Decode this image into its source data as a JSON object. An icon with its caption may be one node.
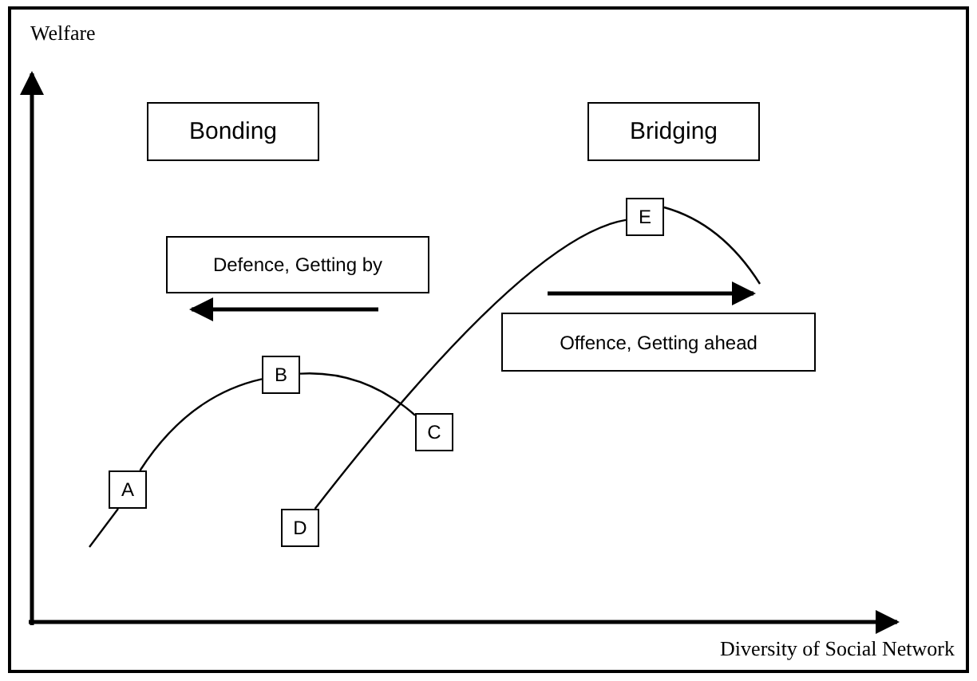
{
  "diagram": {
    "nodes": [
      {
        "text": [
          "Bonding"
        ]
      },
      {
        "text": [
          "Bridging"
        ]
      },
      {
        "text": [
          "Defence, Getting by"
        ]
      },
      {
        "text": [
          "E"
        ]
      },
      {
        "text": [
          "Offence, Getting ahead"
        ]
      },
      {
        "text": [
          "B"
        ]
      },
      {
        "text": [
          "C"
        ]
      },
      {
        "text": [
          "A"
        ]
      },
      {
        "text": [
          "D"
        ]
      }
    ],
    "edges": [
      {
        "from": 7,
        "to": 5,
        "arrow": "none"
      },
      {
        "from": 5,
        "to": 6,
        "arrow": "none"
      },
      {
        "from": 8,
        "to": 3,
        "arrow": "none"
      }
    ],
    "labels": [
      "Welfare",
      "Diversity of Social Network"
    ]
  }
}
